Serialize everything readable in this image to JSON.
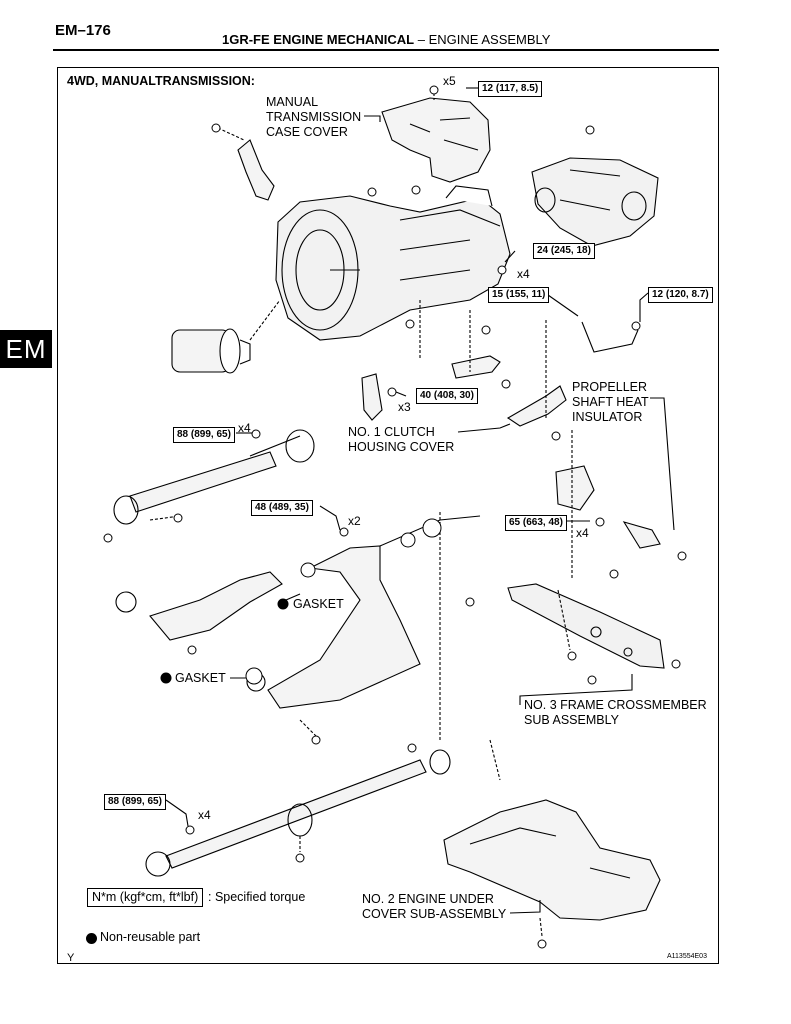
{
  "header": {
    "page_number": "EM–176",
    "section": "1GR-FE ENGINE MECHANICAL",
    "separator": "–",
    "subsection": "ENGINE ASSEMBLY"
  },
  "side_tab": "EM",
  "diagram": {
    "heading": "4WD, MANUALTRANSMISSION:",
    "labels": {
      "case_cover": "MANUAL\nTRANSMISSION\nCASE COVER",
      "heat_insulator": "PROPELLER\nSHAFT HEAT\nINSULATOR",
      "clutch_housing": "NO. 1 CLUTCH\nHOUSING COVER",
      "gasket_1": "GASKET",
      "gasket_2": "GASKET",
      "crossmember": "NO. 3 FRAME CROSSMEMBER\nSUB ASSEMBLY",
      "under_cover": "NO. 2 ENGINE UNDER\nCOVER SUB-ASSEMBLY"
    },
    "torque_callouts": {
      "t1": "12 (117, 8.5)",
      "t2": "24 (245, 18)",
      "t3": "15 (155, 11)",
      "t4": "12 (120, 8.7)",
      "t5": "40 (408, 30)",
      "t6": "88 (899, 65)",
      "t7": "48 (489, 35)",
      "t8": "65 (663, 48)",
      "t9": "88 (899, 65)"
    },
    "quantities": {
      "q1": "x5",
      "q2": "x4",
      "q3": "x3",
      "q4": "x4",
      "q5": "x2",
      "q6": "x4",
      "q7": "x4"
    }
  },
  "legend": {
    "torque_unit": "N*m (kgf*cm, ft*lbf)",
    "torque_desc": ": Specified torque",
    "non_reusable": "Non-reusable part"
  },
  "frame_marker": "Y",
  "figure_id": "A113554E03"
}
